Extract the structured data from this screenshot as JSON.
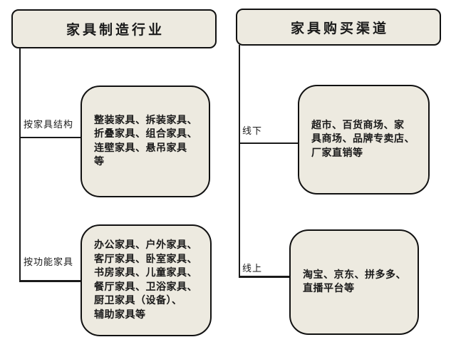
{
  "diagram": {
    "left_tree": {
      "title": "家具制造行业",
      "branches": [
        {
          "label": "按家具结构",
          "lines": [
            "整装家具、拆装家具、",
            "折叠家具、组合家具、",
            "连壁家具、悬吊家具",
            "等"
          ]
        },
        {
          "label": "按功能家具",
          "lines": [
            "办公家具、户外家具、",
            "客厅家具、卧室家具、",
            "书房家具、儿童家具、",
            "餐厅家具、卫浴家具、",
            "厨卫家具（设备）、",
            "辅助家具等"
          ]
        }
      ]
    },
    "right_tree": {
      "title": "家具购买渠道",
      "branches": [
        {
          "label": "线下",
          "lines": [
            "超市、百货商场、家",
            "具商场、品牌专卖店、",
            "厂家直销等"
          ]
        },
        {
          "label": "线上",
          "lines": [
            "淘宝、京东、拼多多、",
            "直播平台等"
          ]
        }
      ]
    },
    "colors": {
      "box_fill": "#EDEAE0",
      "border": "#111111",
      "line": "#1A1A1A",
      "background": "#FFFFFF",
      "text": "#1A1A1A"
    }
  }
}
